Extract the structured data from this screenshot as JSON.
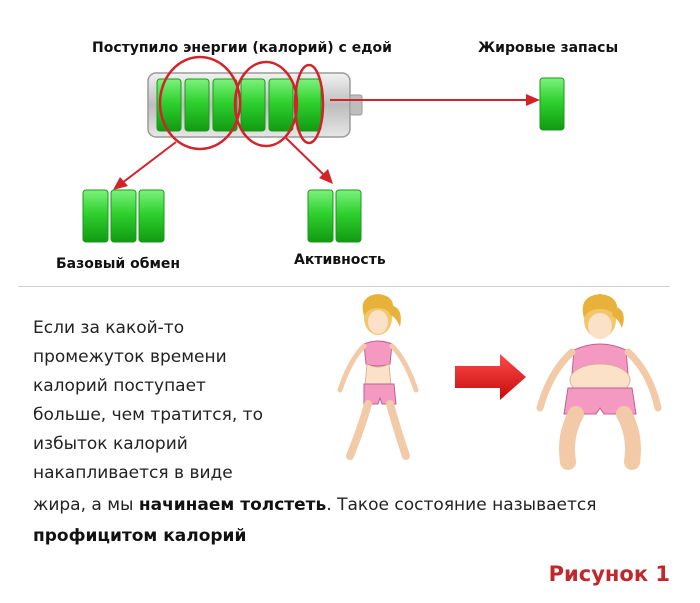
{
  "diagram": {
    "label_intake": "Поступило энергии (калорий) с едой",
    "label_fat": "Жировые запасы",
    "label_basal": "Базовый обмен",
    "label_activity": "Активность",
    "colors": {
      "cell_green": "#2fd12f",
      "cell_green_light": "#7cf27c",
      "battery_gray": "#c9c9c9",
      "circle_red": "#d2232a",
      "arrow_red": "#e8161b"
    }
  },
  "text": {
    "lines": [
      "Если за какой-то",
      "промежуток времени",
      "калорий поступает",
      "больше, чем тратится, то",
      "избыток калорий",
      "накапливается в виде"
    ],
    "line7_pre": "жира, а мы ",
    "line7_bold": "начинаем толстеть",
    "line7_post": ". Такое состояние называется",
    "line8_bold": "профицитом калорий"
  },
  "caption": "Рисунок 1",
  "illustration": {
    "icons": [
      "slim-woman-icon",
      "right-arrow-icon",
      "overweight-woman-icon"
    ]
  }
}
